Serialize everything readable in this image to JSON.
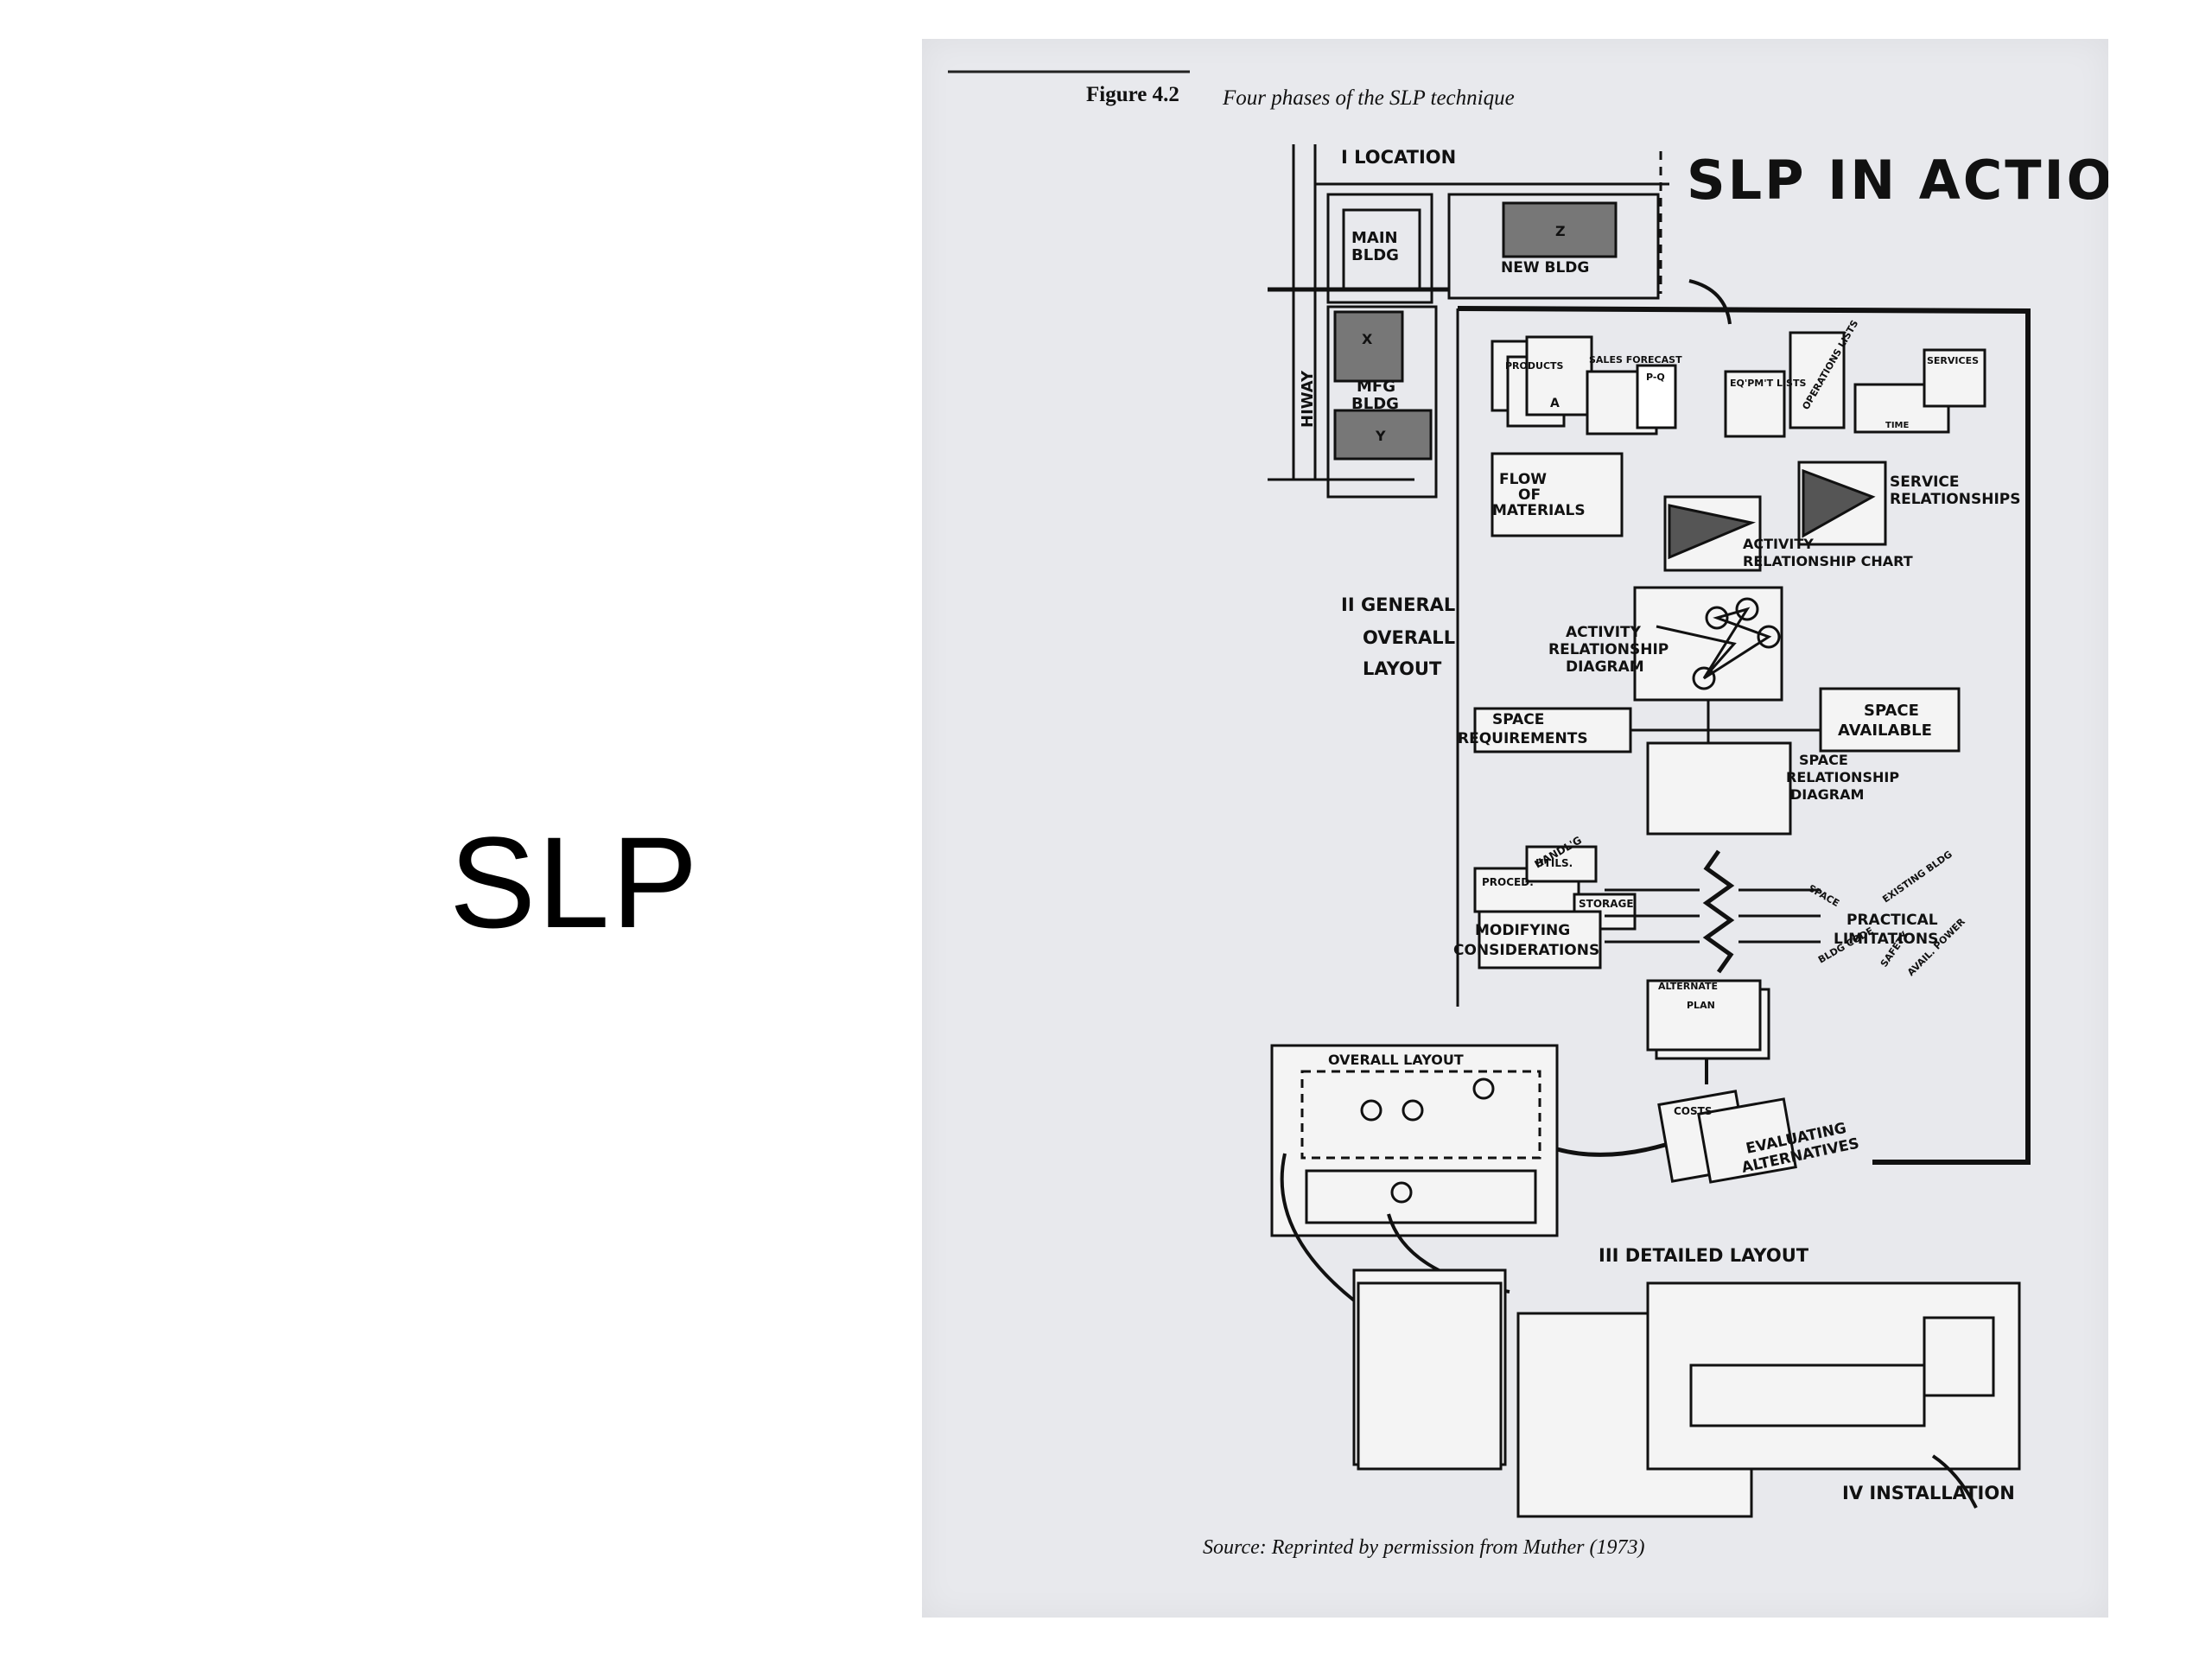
{
  "slide": {
    "title": "SLP"
  },
  "figure": {
    "number": "Figure 4.2",
    "caption": "Four phases of the SLP technique",
    "heading": "SLP IN ACTION",
    "source": "Source: Reprinted by permission from Muther (1973)"
  },
  "phases": {
    "location": "I LOCATION",
    "general_line1": "II GENERAL",
    "general_line2": "OVERALL",
    "general_line3": "LAYOUT",
    "detailed": "III DETAILED LAYOUT",
    "installation": "IV INSTALLATION"
  },
  "site": {
    "main_bldg_1": "MAIN",
    "main_bldg_2": "BLDG",
    "new_bldg": "NEW BLDG",
    "mfg_bldg_1": "MFG",
    "mfg_bldg_2": "BLDG",
    "hiway": "HIWAY",
    "z": "Z",
    "x": "X",
    "y": "Y"
  },
  "inputs": {
    "products": "PRODUCTS",
    "sales_forecast": "SALES FORECAST",
    "pq": "P-Q",
    "equipment_lists": "EQ'PM'T LISTS",
    "operations_lists": "OPERATIONS LISTS",
    "services": "SERVICES",
    "time": "TIME",
    "a": "A"
  },
  "analysis": {
    "flow_1": "FLOW",
    "flow_2": "OF",
    "flow_3": "MATERIALS",
    "service_1": "SERVICE",
    "service_2": "RELATIONSHIPS",
    "arc_1": "ACTIVITY",
    "arc_2": "RELATIONSHIP CHART",
    "ard_1": "ACTIVITY",
    "ard_2": "RELATIONSHIP",
    "ard_3": "DIAGRAM",
    "space_req_1": "SPACE",
    "space_req_2": "REQUIREMENTS",
    "space_avail_1": "SPACE",
    "space_avail_2": "AVAILABLE",
    "srd_1": "SPACE",
    "srd_2": "RELATIONSHIP",
    "srd_3": "DIAGRAM",
    "handlg": "HANDL'G",
    "utils": "UTILS.",
    "proced": "PROCED.",
    "storage": "STORAGE",
    "mod_1": "MODIFYING",
    "mod_2": "CONSIDERATIONS",
    "space": "SPACE",
    "existing_bldg": "EXISTING BLDG",
    "prac_1": "PRACTICAL",
    "prac_2": "LIMITATIONS",
    "bldg_code": "BLDG CODE",
    "safety": "SAFETY",
    "avail_power": "AVAIL. POWER",
    "alt_1": "ALTERNATE",
    "alt_2": "PLAN",
    "costs": "COSTS",
    "eval_1": "EVALUATING",
    "eval_2": "ALTERNATIVES",
    "overall_layout": "OVERALL LAYOUT"
  },
  "colors": {
    "ink": "#111111",
    "paper": "#e8e9ed",
    "slide_bg": "#ffffff"
  }
}
